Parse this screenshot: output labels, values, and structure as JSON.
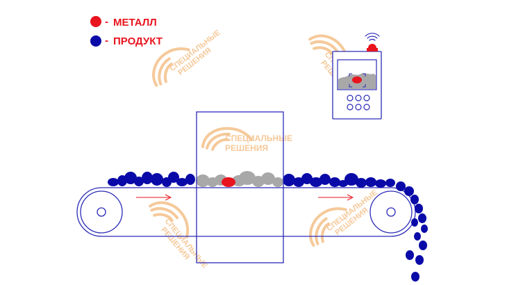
{
  "legend": {
    "items": [
      {
        "dash": "-",
        "label": "МЕТАЛЛ",
        "dot_color": "#e8141e",
        "text_color": "#e8141e"
      },
      {
        "dash": "-",
        "label": "ПРОДУКТ",
        "dot_color": "#0a0aa8",
        "text_color": "#e8141e"
      }
    ]
  },
  "watermark": {
    "line1": "СПЕЦИАЛЬНЫЕ",
    "line2": "РЕШЕНИЯ",
    "color": "#f5c99a"
  },
  "colors": {
    "line": "#2a2ab8",
    "product": "#0a0aa8",
    "metal": "#e8141e",
    "scanned": "#a8a8a8",
    "alarm": "#e8141e"
  },
  "icons": [
    "alarm-light-icon",
    "wifi-signal-icon",
    "direction-arrow-icon"
  ]
}
